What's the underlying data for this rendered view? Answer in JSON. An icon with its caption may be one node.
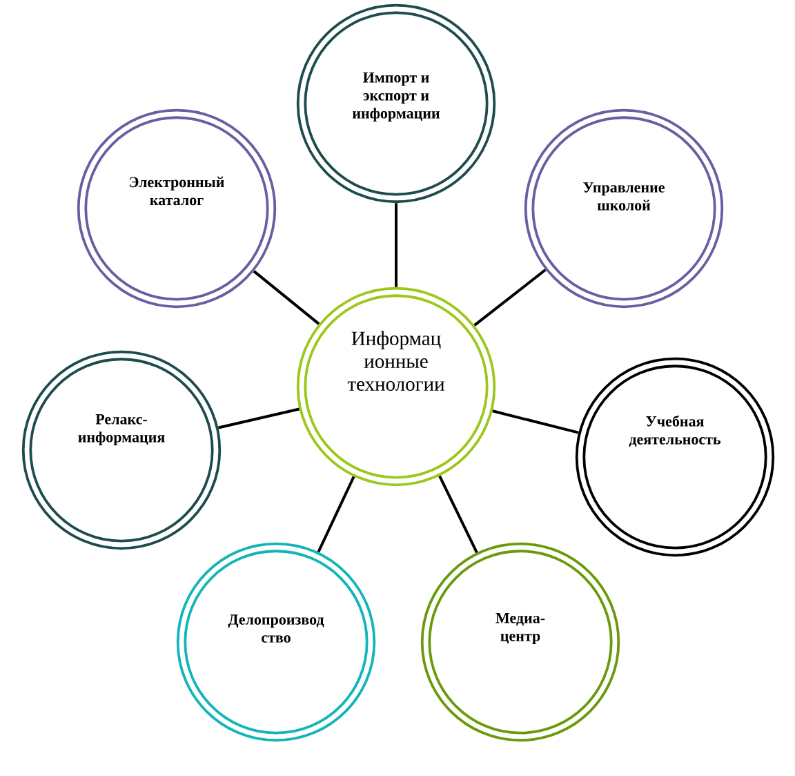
{
  "diagram": {
    "nodes": [
      {
        "text": [
          "Импорт и экспорт и информации"
        ]
      },
      {
        "text": [
          "Электронный каталог"
        ]
      },
      {
        "text": [
          "Управление школой"
        ]
      },
      {
        "text": [
          "Информац ионные технологии"
        ]
      },
      {
        "text": [
          "Релакс- информация"
        ]
      },
      {
        "text": [
          "Учебная деятельность"
        ]
      },
      {
        "text": [
          "Делопроизвод ство"
        ]
      },
      {
        "text": [
          "Медиа- центр"
        ]
      }
    ],
    "edges": [
      {
        "from": 3,
        "to": 0,
        "arrow": "none"
      },
      {
        "from": 3,
        "to": 1,
        "arrow": "none"
      },
      {
        "from": 3,
        "to": 2,
        "arrow": "none"
      },
      {
        "from": 3,
        "to": 4,
        "arrow": "none"
      },
      {
        "from": 3,
        "to": 5,
        "arrow": "none"
      },
      {
        "from": 3,
        "to": 6,
        "arrow": "none"
      },
      {
        "from": 3,
        "to": 7,
        "arrow": "none"
      }
    ]
  }
}
